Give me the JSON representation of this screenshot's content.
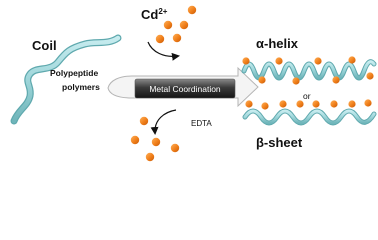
{
  "labels": {
    "coil": "Coil",
    "polypeptide": "Polypeptide",
    "polymers": "polymers",
    "ion_base": "Cd",
    "ion_charge": "2+",
    "process": "Metal Coordination",
    "alpha_helix": "α-helix",
    "or": "or",
    "beta_sheet": "β-sheet",
    "edta": "EDTA"
  },
  "colors": {
    "ribbon": "#9fd6da",
    "ribbon_dark": "#5fa9ae",
    "ion": "#f07f1a",
    "ion_dark": "#c85a08",
    "box_dark": "#232323",
    "box_light": "#7a7a7a",
    "text": "#111111"
  }
}
